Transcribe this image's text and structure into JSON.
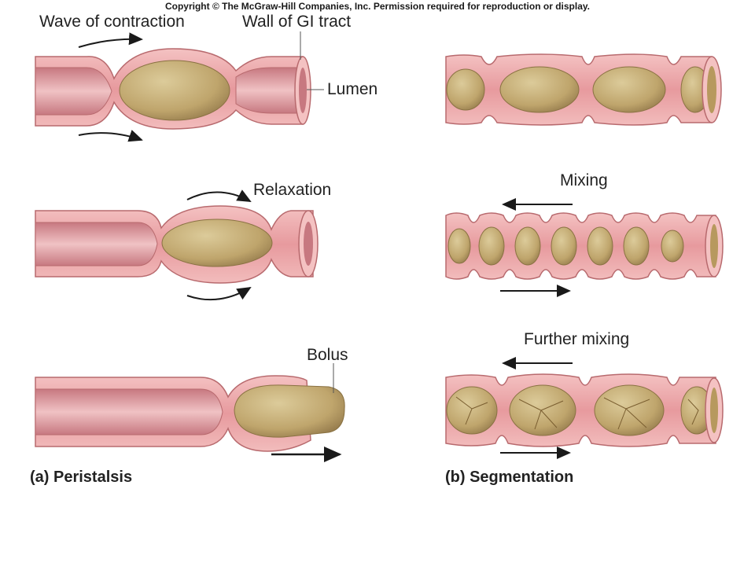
{
  "copyright": "Copyright © The McGraw-Hill Companies, Inc. Permission required for reproduction or display.",
  "peristalsis": {
    "wave_label": "Wave of contraction",
    "wall_label": "Wall of GI tract",
    "lumen_label": "Lumen",
    "relaxation_label": "Relaxation",
    "bolus_label": "Bolus",
    "caption": "(a) Peristalsis"
  },
  "segmentation": {
    "mixing_label": "Mixing",
    "further_mixing_label": "Further mixing",
    "caption": "(b) Segmentation"
  },
  "colors": {
    "wall": "#eaa3a3",
    "wall_outline": "#b86a6e",
    "lumen_inner": "#d98c93",
    "bolus": "#c9b27a",
    "bolus_dark": "#8a7243",
    "arrow": "#1a1a1a"
  }
}
